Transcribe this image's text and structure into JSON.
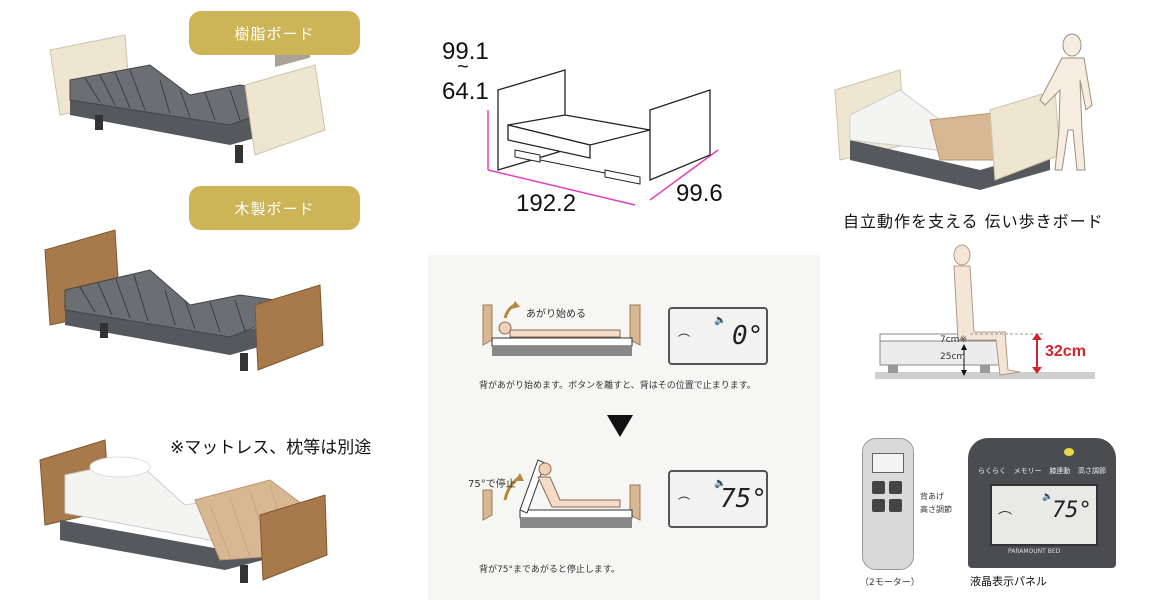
{
  "left_column": {
    "resin_board_label": "樹脂ボード",
    "wood_board_label": "木製ボード",
    "mattress_note": "※マットレス、枕等は別途"
  },
  "dimensions": {
    "height_top": "99.1",
    "height_tilde": "~",
    "height_bottom": "64.1",
    "length": "192.2",
    "width": "99.6"
  },
  "operation": {
    "step1_arrow_label": "あがり始める",
    "step1_degree": "0°",
    "step1_caption": "背があがり始めます。ボタンを離すと、背はその位置で止まります。",
    "step2_arrow_label": "75°で停止",
    "step2_degree": "75°",
    "step2_caption": "背が75°まであがると停止します。"
  },
  "right_column": {
    "walk_board_caption": "自立動作を支える 伝い歩きボード",
    "mattress_label": "7cm※",
    "floor_label": "25cm",
    "total_height": "32cm",
    "remote_label_back": "背あげ",
    "remote_label_height": "高さ調節",
    "remote_caption": "（2モーター）",
    "panel_caption": "液晶表示パネル",
    "panel_tab_1": "らくらく",
    "panel_tab_2": "メモリー",
    "panel_tab_3": "膝連動",
    "panel_tab_4": "高さ調節",
    "panel_degree": "75°",
    "panel_brand": "PARAMOUNT BED"
  },
  "colors": {
    "badge": "#cdb457",
    "dimension_line": "#e040c0",
    "height_red": "#d0262b"
  }
}
